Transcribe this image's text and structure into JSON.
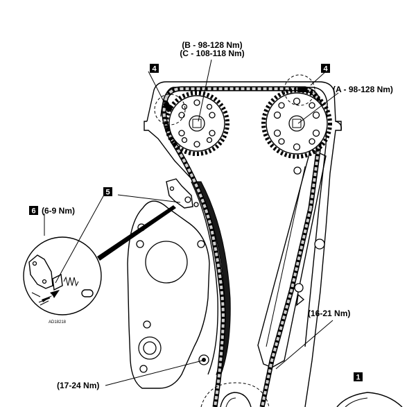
{
  "labels": {
    "torque_b": "(B - 98-128 Nm)",
    "torque_c": "(C - 108-118 Nm)",
    "torque_a": "(A - 98-128 Nm)",
    "torque_6": "(6-9 Nm)",
    "torque_16_21": "(16-21 Nm)",
    "torque_17_24": "(17-24 Nm)",
    "figure_id": "AD18218"
  },
  "badges": {
    "left_4": "4",
    "right_4": "4",
    "b5": "5",
    "b6": "6",
    "b1": "1"
  }
}
